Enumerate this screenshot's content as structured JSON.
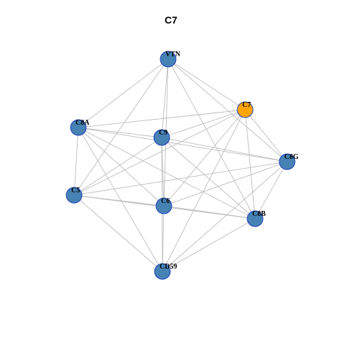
{
  "title": "C7",
  "colors": {
    "background": "#ffffff",
    "edge": "#bdbdbd",
    "node_fill": "#4682b4",
    "node_stroke": "#1f3fbf",
    "highlight_fill": "#ffa500",
    "highlight_stroke": "#1f3fbf",
    "label": "#000000"
  },
  "nodes": [
    {
      "id": "VTN",
      "label": "VTN",
      "highlight": false
    },
    {
      "id": "C7",
      "label": "C7",
      "highlight": true
    },
    {
      "id": "C8A",
      "label": "C8A",
      "highlight": false
    },
    {
      "id": "C9",
      "label": "C9",
      "highlight": false
    },
    {
      "id": "C8G",
      "label": "C8G",
      "highlight": false
    },
    {
      "id": "C5",
      "label": "C5",
      "highlight": false
    },
    {
      "id": "C6",
      "label": "C6",
      "highlight": false
    },
    {
      "id": "C8B",
      "label": "C8B",
      "highlight": false
    },
    {
      "id": "CD59",
      "label": "CD59",
      "highlight": false
    }
  ],
  "edges": [
    [
      "VTN",
      "C7"
    ],
    [
      "VTN",
      "C8A"
    ],
    [
      "VTN",
      "C9"
    ],
    [
      "VTN",
      "C8G"
    ],
    [
      "VTN",
      "C5"
    ],
    [
      "VTN",
      "C6"
    ],
    [
      "VTN",
      "C8B"
    ],
    [
      "C7",
      "C8A"
    ],
    [
      "C7",
      "C9"
    ],
    [
      "C7",
      "C8G"
    ],
    [
      "C7",
      "C5"
    ],
    [
      "C7",
      "C6"
    ],
    [
      "C7",
      "C8B"
    ],
    [
      "C7",
      "CD59"
    ],
    [
      "C8A",
      "C9"
    ],
    [
      "C8A",
      "C8G"
    ],
    [
      "C8A",
      "C5"
    ],
    [
      "C8A",
      "C6"
    ],
    [
      "C8A",
      "C8B"
    ],
    [
      "C8A",
      "CD59"
    ],
    [
      "C9",
      "C8G"
    ],
    [
      "C9",
      "C5"
    ],
    [
      "C9",
      "C6"
    ],
    [
      "C9",
      "C8B"
    ],
    [
      "C9",
      "CD59"
    ],
    [
      "C8G",
      "C5"
    ],
    [
      "C8G",
      "C6"
    ],
    [
      "C8G",
      "C8B"
    ],
    [
      "C8G",
      "CD59"
    ],
    [
      "C5",
      "C6"
    ],
    [
      "C5",
      "C8B"
    ],
    [
      "C5",
      "CD59"
    ],
    [
      "C6",
      "C8B"
    ],
    [
      "C6",
      "CD59"
    ],
    [
      "C8B",
      "CD59"
    ]
  ]
}
